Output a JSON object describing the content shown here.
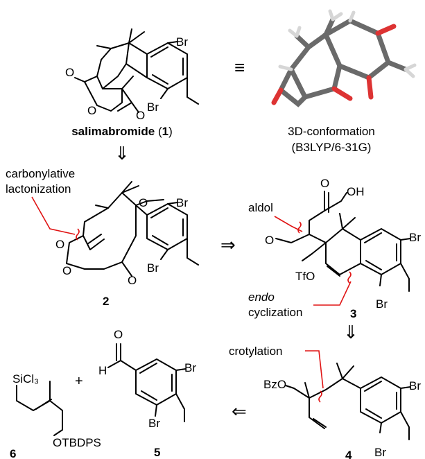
{
  "scheme": {
    "compound1": {
      "name": "salimabromide",
      "number": "1",
      "atoms": {
        "br_top": "Br",
        "br_bottom": "Br",
        "o1": "O",
        "o2": "O",
        "o3": "O"
      }
    },
    "equivalent_symbol": "≡",
    "conformation": {
      "line1": "3D-conformation",
      "line2": "(B3LYP/6-31G)"
    },
    "disconnections": {
      "carbonylative_line1": "carbonylative",
      "carbonylative_line2": "lactonization",
      "aldol": "aldol",
      "endo": "endo",
      "cyclization": "cyclization",
      "crotylation": "crotylation"
    },
    "compound2": {
      "number": "2",
      "atoms": {
        "br_top": "Br",
        "br_bottom": "Br",
        "ome": "O",
        "o1": "O",
        "o2": "O",
        "o3": "O"
      }
    },
    "compound3": {
      "number": "3",
      "atoms": {
        "o_ketone": "O",
        "oh": "OH",
        "br_top": "Br",
        "br_bottom": "Br",
        "ome": "O",
        "otf": "TfO"
      }
    },
    "compound4": {
      "number": "4",
      "atoms": {
        "obz": "BzO",
        "br_top": "Br",
        "br_bottom": "Br"
      }
    },
    "compound5": {
      "number": "5",
      "atoms": {
        "cho_o": "O",
        "cho_h": "H",
        "br_top": "Br",
        "br_bottom": "Br"
      }
    },
    "compound6": {
      "number": "6",
      "atoms": {
        "sicl3": "SiCl₃",
        "otbdps": "OTBDPS"
      }
    },
    "plus": "+",
    "retro_arrow_right": "⇒",
    "retro_arrow_down": "⇓",
    "retro_arrow_left": "⇐",
    "colors": {
      "disconnection": "#e01414",
      "oxygen": "#e01414",
      "bromine": "#8b1a1a",
      "carbon": "#555555",
      "hydrogen": "#d8d8d8"
    }
  }
}
